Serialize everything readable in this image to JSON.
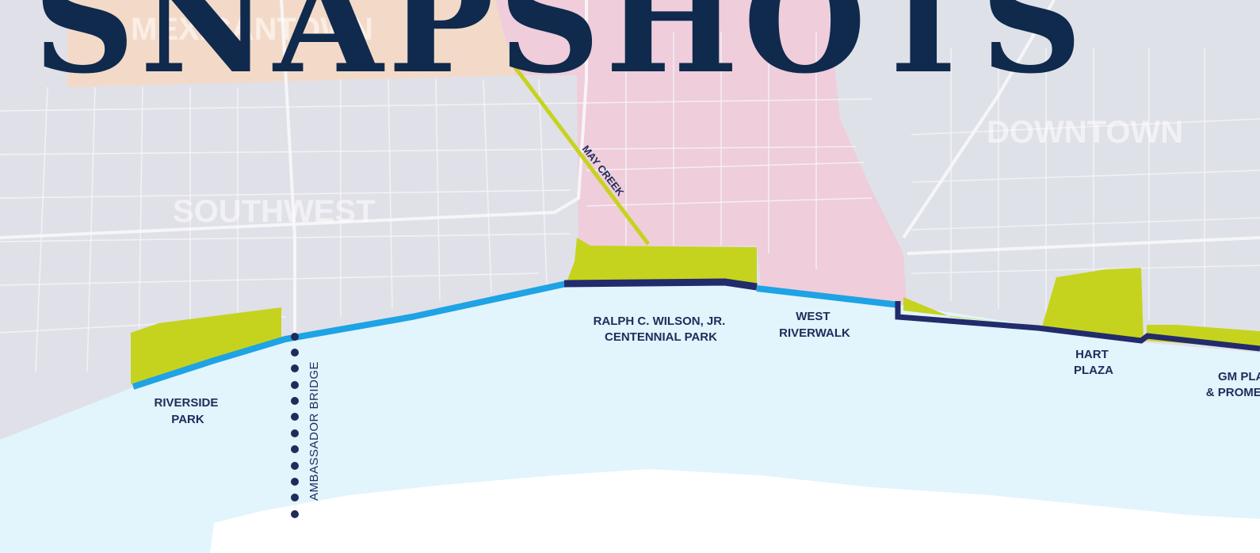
{
  "title": "SNAPSHOTS",
  "districts": {
    "mexicantown": "MEXICANTOWN",
    "southwest": "SOUTHWEST",
    "downtown": "DOWNTOWN"
  },
  "labels": {
    "may_creek": "MAY CREEK",
    "ambassador_bridge": "AMBASSADOR BRIDGE",
    "riverside_park": [
      "RIVERSIDE",
      "PARK"
    ],
    "centennial_park": [
      "RALPH C. WILSON, JR.",
      "CENTENNIAL PARK"
    ],
    "west_riverwalk": [
      "WEST",
      "RIVERWALK"
    ],
    "hart_plaza": [
      "HART",
      "PLAZA"
    ],
    "gm_promenade": [
      "GM PLAZA",
      "& PROMENADE"
    ]
  },
  "colors": {
    "water": "#e2f4fc",
    "land": "#e0e0e8",
    "district_pink": "#efcddb",
    "district_orange": "#f3dac8",
    "park": "#c6d31e",
    "riverwalk_light": "#1ea3e4",
    "riverwalk_dark": "#222b6b",
    "title": "#0f2a4d"
  }
}
